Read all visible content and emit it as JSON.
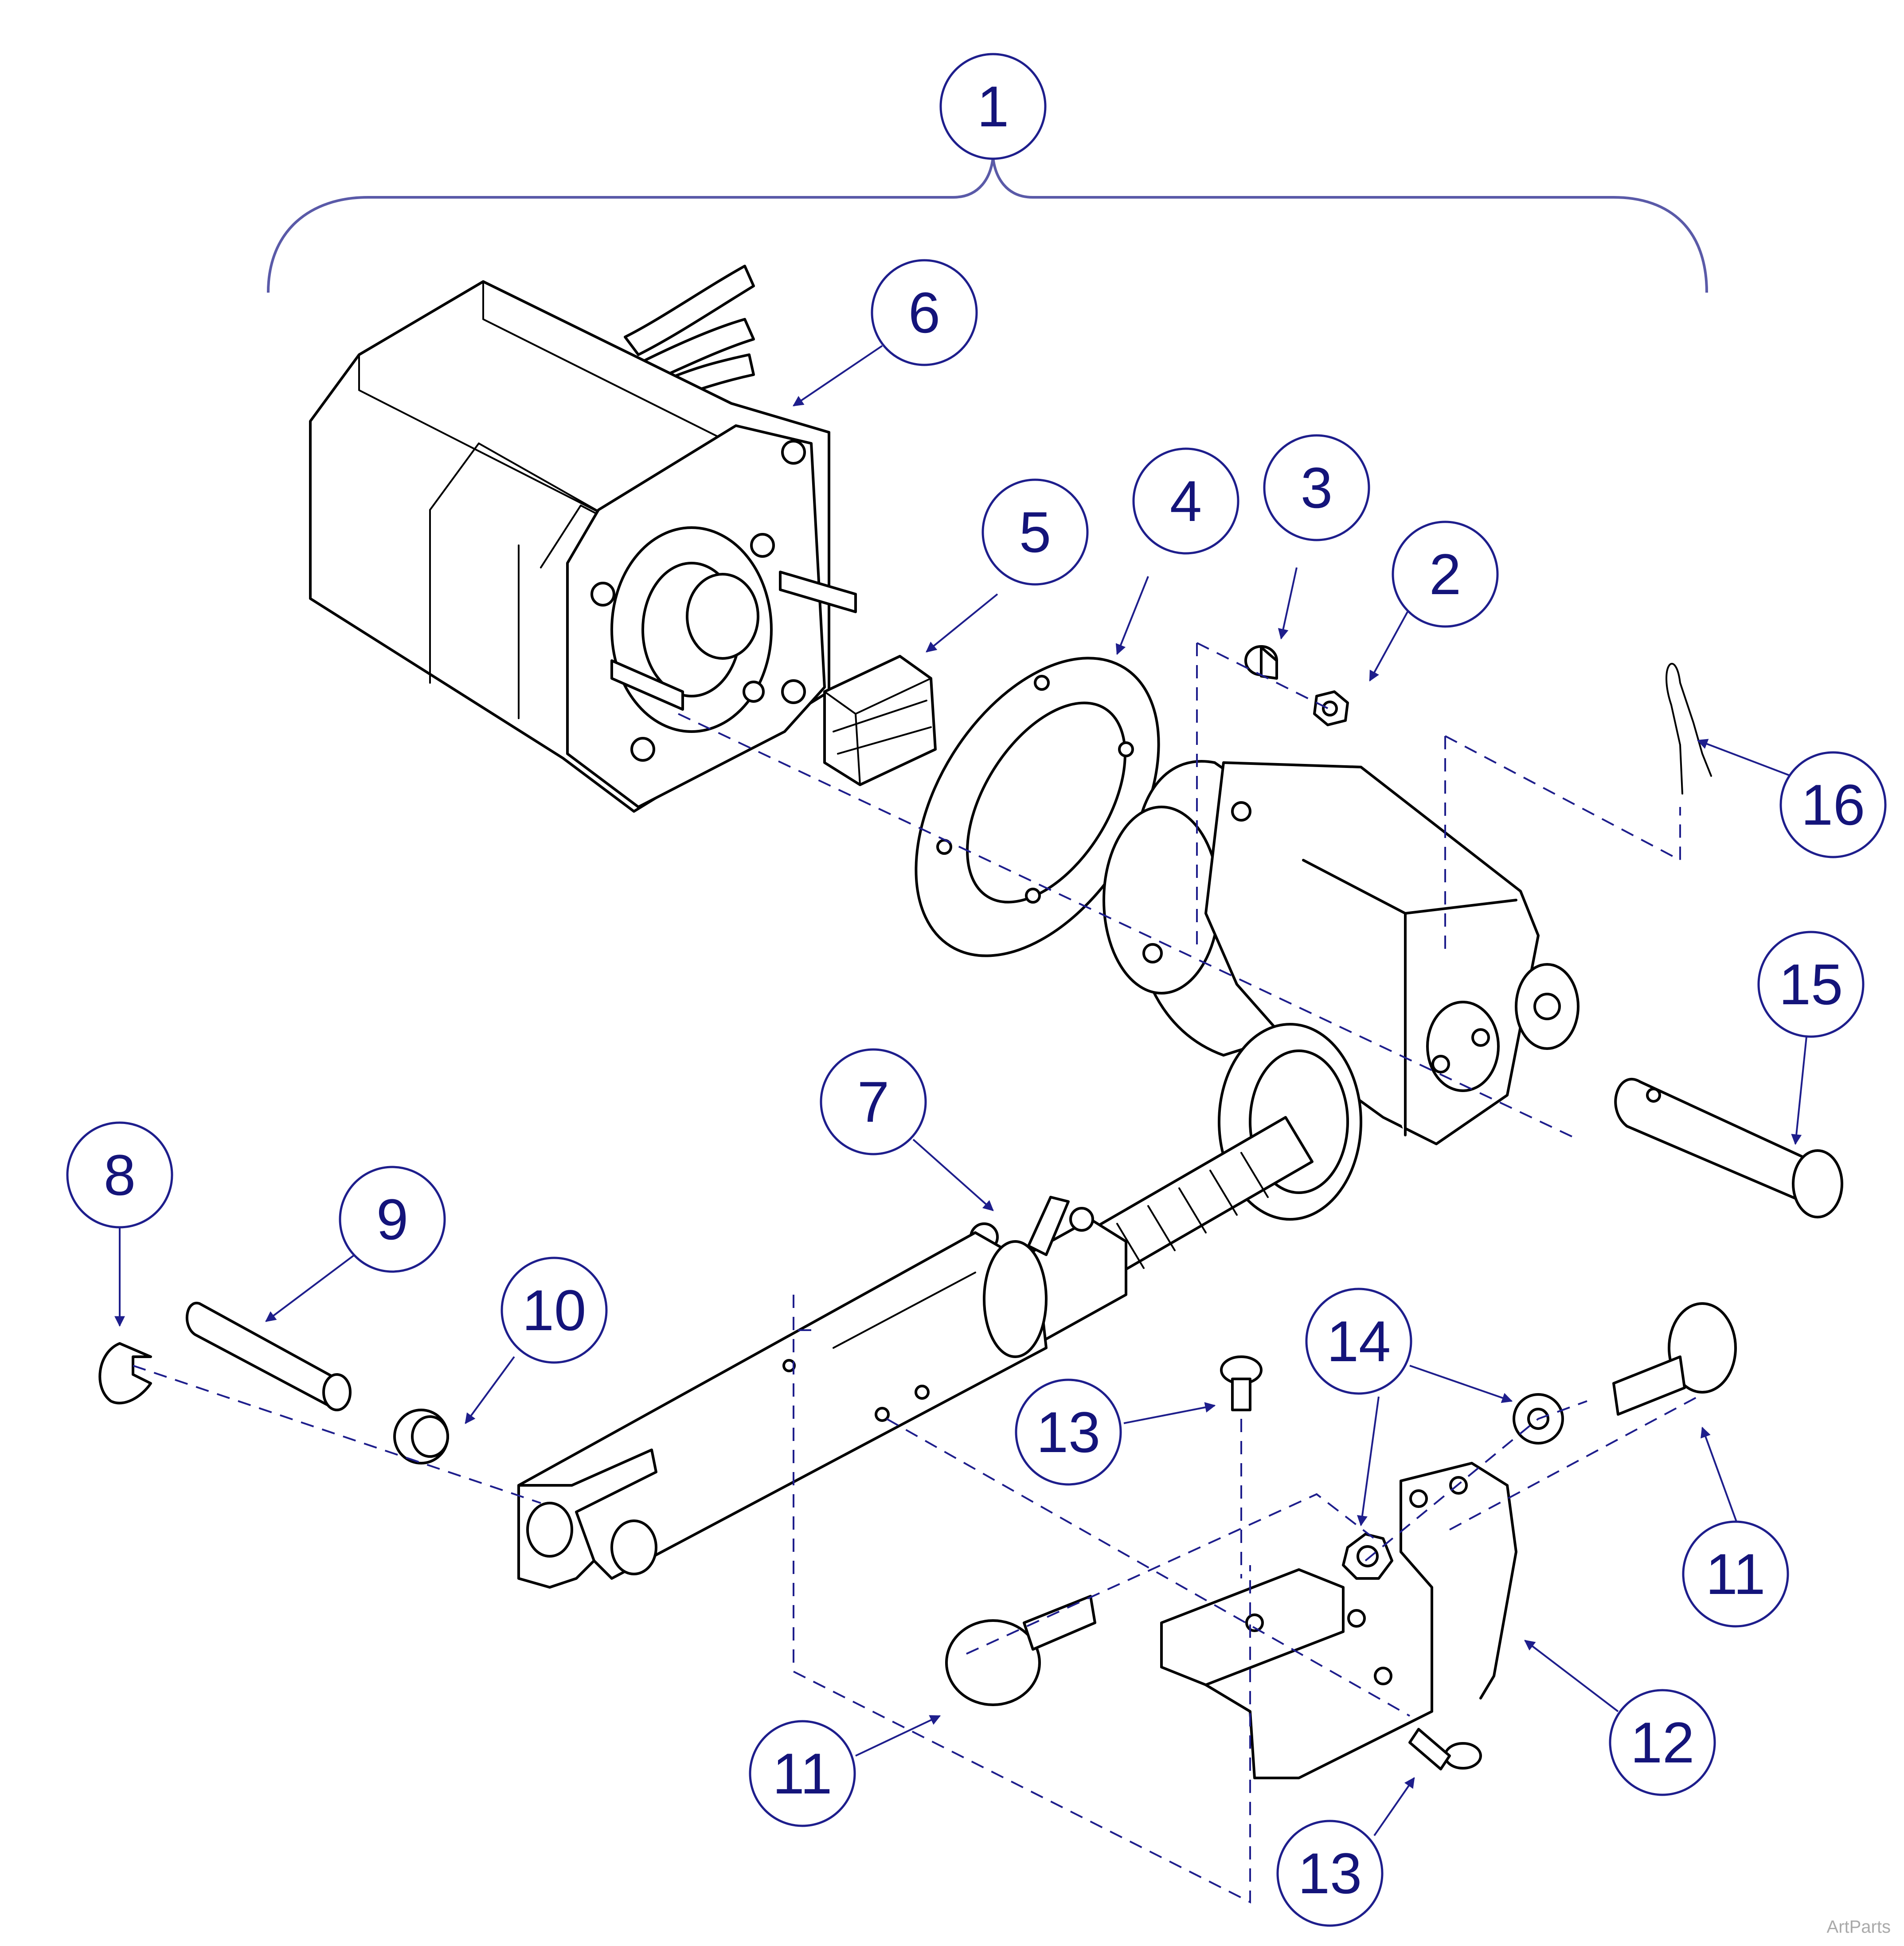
{
  "diagram": {
    "callouts": {
      "c1": "1",
      "c2": "2",
      "c3": "3",
      "c4": "4",
      "c5": "5",
      "c6": "6",
      "c7": "7",
      "c8": "8",
      "c9": "9",
      "c10": "10",
      "c11a": "11",
      "c11b": "11",
      "c12": "12",
      "c13a": "13",
      "c13b": "13",
      "c14": "14",
      "c15": "15",
      "c16": "16"
    },
    "colors": {
      "callout": "#1e1e8c",
      "lines": "#000000",
      "brace": "#5a5aa8"
    }
  },
  "watermark": "ArtParts"
}
